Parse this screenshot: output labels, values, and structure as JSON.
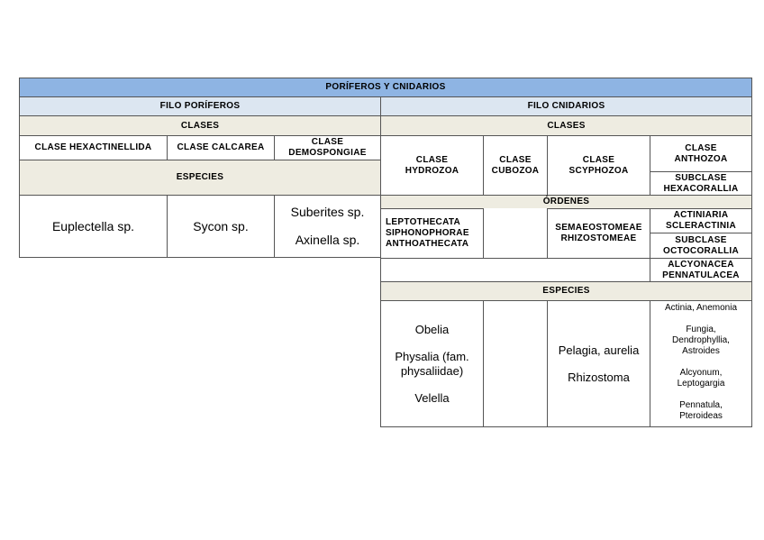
{
  "table": {
    "title": "PORÍFEROS Y CNIDARIOS",
    "poriferos": {
      "filo": "FILO PORÍFEROS",
      "clases_header": "CLASES",
      "clases": [
        "CLASE HEXACTINELLIDA",
        "CLASE CALCAREA",
        "CLASE DEMOSPONGIAE"
      ],
      "especies_header": "ESPECIES",
      "especies": {
        "hexactinellida": "Euplectella sp.",
        "calcarea": "Sycon sp.",
        "demospongiae_1": "Suberites sp.",
        "demospongiae_2": "Axinella sp."
      }
    },
    "cnidarios": {
      "filo": "FILO CNIDARIOS",
      "clases_header": "CLASES",
      "clases": [
        "CLASE HYDROZOA",
        "CLASE CUBOZOA",
        "CLASE SCYPHOZOA",
        "CLASE ANTHOZOA"
      ],
      "subclase_hexacorallia": "SUBCLASE HEXACORALLIA",
      "ordenes_header": "ÓRDENES",
      "hydrozoa_ordenes": [
        "LEPTOTHECATA",
        "SIPHONOPHORAE",
        "ANTHOATHECATA"
      ],
      "scyphozoa_ordenes": [
        "SEMAEOSTOMEAE",
        "RHIZOSTOMEAE"
      ],
      "hexacorallia_ordenes": [
        "ACTINIARIA",
        "SCLERACTINIA"
      ],
      "subclase_octocorallia": "SUBCLASE OCTOCORALLIA",
      "octocorallia_ordenes": [
        "ALCYONACEA",
        "PENNATULACEA"
      ],
      "especies_header": "ESPECIES",
      "hydrozoa_especies": [
        "Obelia",
        "Physalia (fam. physaliidae)",
        "Velella"
      ],
      "scyphozoa_especies": [
        "Pelagia, aurelia",
        "Rhizostoma"
      ],
      "anthozoa_especies": [
        "Actinia, Anemonia",
        "Fungia, Dendrophyllia, Astroides",
        "Alcyonum, Leptogargia",
        "Pennatula, Pteroideas"
      ]
    }
  }
}
